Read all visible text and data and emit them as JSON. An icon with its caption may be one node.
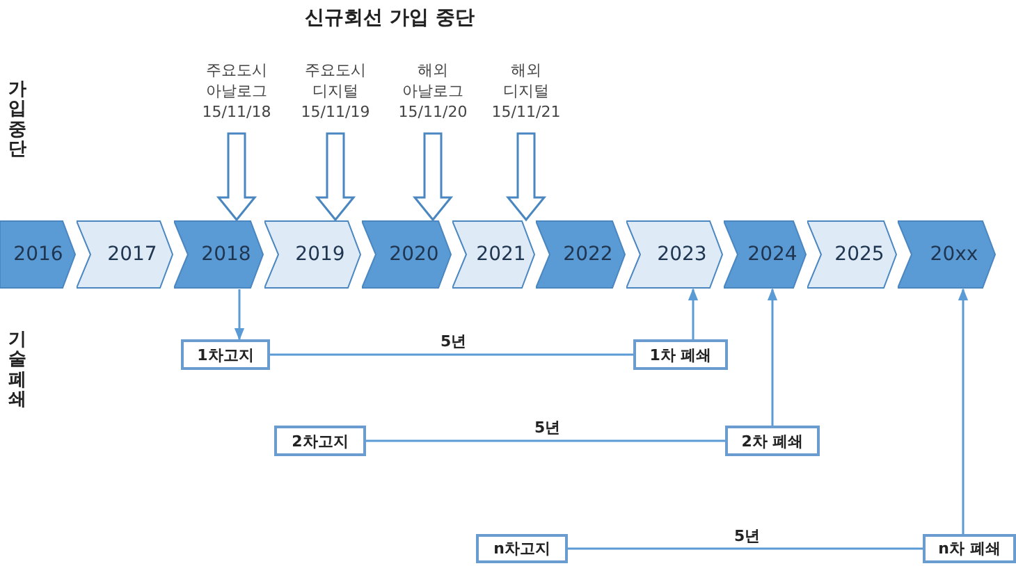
{
  "diagram": {
    "title": "신규회선 가입 중단",
    "nodes": [
      {
        "text": [
          "2016"
        ]
      },
      {
        "text": [
          "2017"
        ]
      },
      {
        "text": [
          "2018"
        ]
      },
      {
        "text": [
          "2019"
        ]
      },
      {
        "text": [
          "2020"
        ]
      },
      {
        "text": [
          "2021"
        ]
      },
      {
        "text": [
          "2022"
        ]
      },
      {
        "text": [
          "2023"
        ]
      },
      {
        "text": [
          "2024"
        ]
      },
      {
        "text": [
          "2025"
        ]
      },
      {
        "text": [
          "20xx"
        ]
      },
      {
        "text": [
          "주요도시 아날로그 15/11/18"
        ]
      },
      {
        "text": [
          "주요도시 디지털 15/11/19"
        ]
      },
      {
        "text": [
          "해외 아날로그 15/11/20"
        ]
      },
      {
        "text": [
          "해외 디지털 15/11/21"
        ]
      },
      {
        "text": [
          "1차고지"
        ]
      },
      {
        "text": [
          "1차 폐쇄"
        ]
      },
      {
        "text": [
          "2차고지"
        ]
      },
      {
        "text": [
          "2차 폐쇄"
        ]
      },
      {
        "text": [
          "n차고지"
        ]
      },
      {
        "text": [
          "n차 폐쇄"
        ]
      }
    ],
    "edges": [
      {
        "from": 11,
        "to": 2,
        "arrow": "to",
        "style": "thick"
      },
      {
        "from": 12,
        "to": 3,
        "arrow": "to",
        "style": "thick"
      },
      {
        "from": 13,
        "to": 4,
        "arrow": "to",
        "style": "thick"
      },
      {
        "from": 14,
        "to": 5,
        "arrow": "to",
        "style": "thick"
      },
      {
        "from": 2,
        "to": 15,
        "arrow": "to"
      },
      {
        "from": 15,
        "to": 16,
        "arrow": "none",
        "label": "5년"
      },
      {
        "from": 16,
        "to": 7,
        "arrow": "to"
      },
      {
        "from": 17,
        "to": 18,
        "arrow": "none",
        "label": "5년"
      },
      {
        "from": 18,
        "to": 8,
        "arrow": "to"
      },
      {
        "from": 19,
        "to": 20,
        "arrow": "none",
        "label": "5년"
      },
      {
        "from": 20,
        "to": 10,
        "arrow": "to"
      }
    ],
    "labels": [
      "가입 중단",
      "기술 폐쇄"
    ]
  }
}
